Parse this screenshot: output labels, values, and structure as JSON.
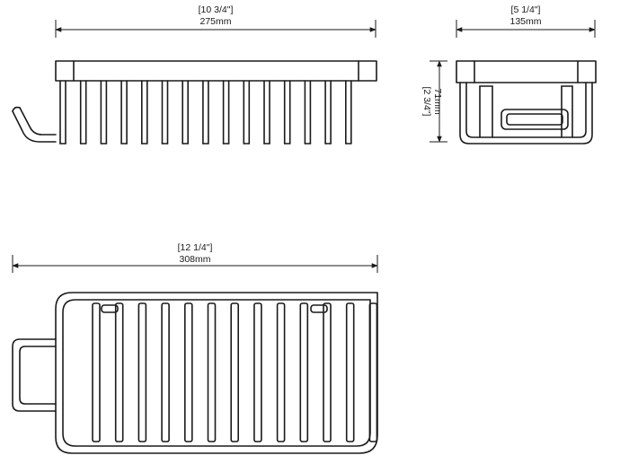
{
  "dimensions": {
    "front_width": {
      "imperial": "[10 3/4\"]",
      "metric": "275mm"
    },
    "side_width": {
      "imperial": "[5 1/4\"]",
      "metric": "135mm"
    },
    "height": {
      "imperial": "[2 3/4\"]",
      "metric": "71mm"
    },
    "top_length": {
      "imperial": "[12 1/4\"]",
      "metric": "308mm"
    }
  }
}
